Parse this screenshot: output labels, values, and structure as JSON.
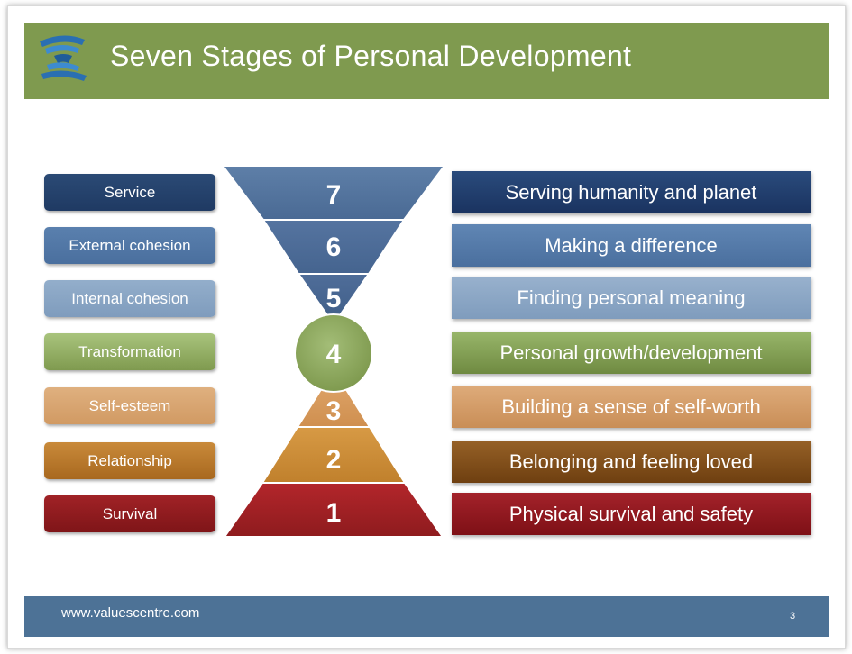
{
  "title": "Seven Stages of Personal Development",
  "footer": {
    "url": "www.valuescentre.com",
    "page": "3"
  },
  "stages": [
    {
      "number": "7",
      "level": "Service",
      "description": "Serving humanity and planet",
      "color": "#1f3a63"
    },
    {
      "number": "6",
      "level": "External cohesion",
      "description": "Making a difference",
      "color": "#4a6f9e"
    },
    {
      "number": "5",
      "level": "Internal cohesion",
      "description": "Finding personal meaning",
      "color": "#7f9cbd"
    },
    {
      "number": "4",
      "level": "Transformation",
      "description": "Personal growth/development",
      "color": "#7f9a4f"
    },
    {
      "number": "3",
      "level": "Self-esteem",
      "description": "Building a sense of self-worth",
      "color": "#d19a63"
    },
    {
      "number": "2",
      "level": "Relationship",
      "description": "Belonging and feeling loved",
      "color": "#b8792a"
    },
    {
      "number": "1",
      "level": "Survival",
      "description": "Physical survival and safety",
      "color": "#8e1b1e"
    }
  ],
  "colors": {
    "title_bar": "#7f9a4f",
    "footer_bar": "#4d7296",
    "logo_blue": "#2a6fb2"
  },
  "icons": {
    "logo": "valuescentre-logo"
  }
}
